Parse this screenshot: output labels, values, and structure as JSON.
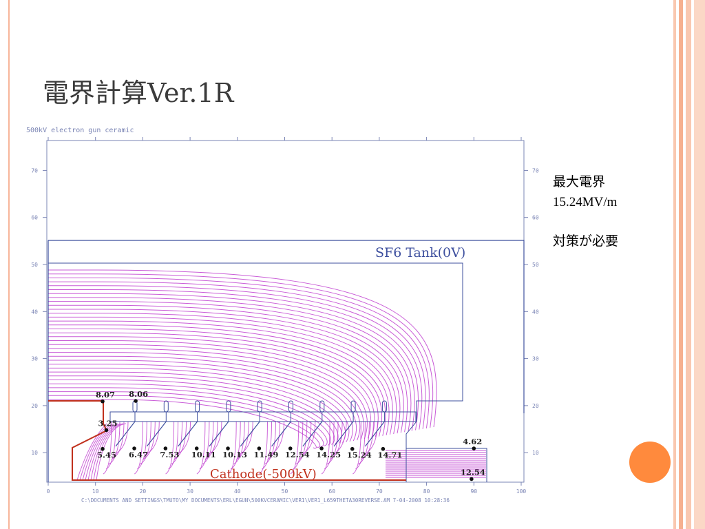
{
  "slide": {
    "title": "電界計算Ver.1R",
    "notes": {
      "line1": "最大電界",
      "line2": "15.24MV/m",
      "line3": "対策が必要"
    }
  },
  "figure": {
    "header": "500kV electron gun ceramic",
    "footer": "C:\\DOCUMENTS AND SETTINGS\\TMUTO\\MY DOCUMENTS\\ERL\\EGUN\\500KVCERAMIC\\VER1\\VER1_L659THETA30REVERSE.AM  7-04-2008  10:28:36",
    "tank_label": "SF6 Tank(0V)",
    "cathode_label": "Cathode(-500kV)",
    "x_ticks": [
      "0",
      "10",
      "20",
      "30",
      "40",
      "50",
      "60",
      "70",
      "80",
      "90",
      "100"
    ],
    "y_ticks": [
      "10",
      "20",
      "30",
      "40",
      "50",
      "60",
      "70"
    ],
    "field_values": [
      {
        "label": "8.07",
        "x": 11.5,
        "y": 20.9
      },
      {
        "label": "8.06",
        "x": 18.5,
        "y": 21.0
      },
      {
        "label": "3.25",
        "x": 12.3,
        "y": 14.8
      },
      {
        "label": "5.45",
        "x": 11.5,
        "y": 10.8
      },
      {
        "label": "6.47",
        "x": 18.2,
        "y": 10.9
      },
      {
        "label": "7.53",
        "x": 24.8,
        "y": 10.9
      },
      {
        "label": "10.11",
        "x": 31.4,
        "y": 10.9
      },
      {
        "label": "10.13",
        "x": 38.0,
        "y": 10.9
      },
      {
        "label": "11.49",
        "x": 44.6,
        "y": 10.9
      },
      {
        "label": "12.54",
        "x": 51.2,
        "y": 10.9
      },
      {
        "label": "14.25",
        "x": 57.8,
        "y": 10.9
      },
      {
        "label": "15.24",
        "x": 64.3,
        "y": 10.8
      },
      {
        "label": "14.71",
        "x": 70.8,
        "y": 10.8
      },
      {
        "label": "4.62",
        "x": 90.0,
        "y": 10.9
      },
      {
        "label": "12.54",
        "x": 89.5,
        "y": 4.4
      }
    ],
    "colors": {
      "field_lines": "#c03fd0",
      "geometry": "#3d4f9e",
      "cathode": "#c0301c",
      "axes": "#7a84b4"
    }
  }
}
